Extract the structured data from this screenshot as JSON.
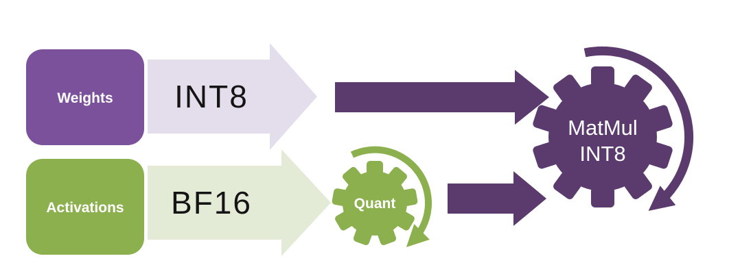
{
  "colors": {
    "purple_box": "#7C519C",
    "dark_purple": "#5B3A6E",
    "light_lavender": "#E4DDEB",
    "green": "#8CB04E",
    "light_green": "#E3EAD6",
    "text_dark": "#141414",
    "text_light": "#FFFFFF"
  },
  "weights_box": {
    "label": "Weights"
  },
  "activations_box": {
    "label": "Activations"
  },
  "weights_arrow": {
    "label": "INT8"
  },
  "activations_arrow": {
    "label": "BF16"
  },
  "quant_gear": {
    "label": "Quant"
  },
  "matmul_gear": {
    "line1": "MatMul",
    "line2": "INT8"
  }
}
